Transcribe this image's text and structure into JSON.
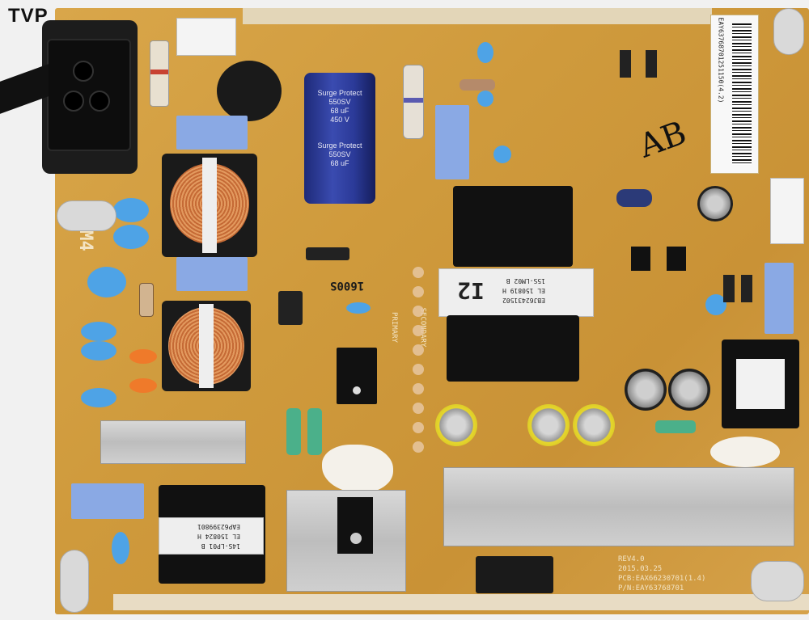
{
  "watermark": "TVP",
  "board": {
    "description": "LG TV power supply PCB (top view)",
    "silkscreen_m4": "M4",
    "primary_label": "PRIMARY",
    "secondary_label": "SECONDARY",
    "handwritten_mark": "AB",
    "rev_block": {
      "rev": "REV4.0",
      "date": "2015.03.25",
      "pcb": "PCB:EAX66230701(1.4)",
      "pn": "P/N:EAY63768701"
    },
    "barcode": "EAY63768701251150(4.2)"
  },
  "components": {
    "bulk_capacitor": {
      "brand_line": "Surge Protect",
      "rating": "550SV",
      "capacitance": "68 uF",
      "voltage": "450 V"
    },
    "main_transformer": {
      "id": "I2",
      "lines": [
        "15S-LM02 B",
        "EL 150819 H",
        "EBJ62431502"
      ]
    },
    "standby_transformer": {
      "lines": [
        "EAP62399801",
        "EL 150824 H",
        "14S-LP01 B"
      ]
    },
    "ic_marking": "1600S"
  },
  "colors": {
    "pcb": "#d2a042",
    "silkscreen": "#f3e4c4",
    "bulk_cap": "#2b3a98",
    "x_cap": "#8aa9e4",
    "y_cap": "#4ea3e6",
    "heatsink": "#c8c8c8"
  }
}
